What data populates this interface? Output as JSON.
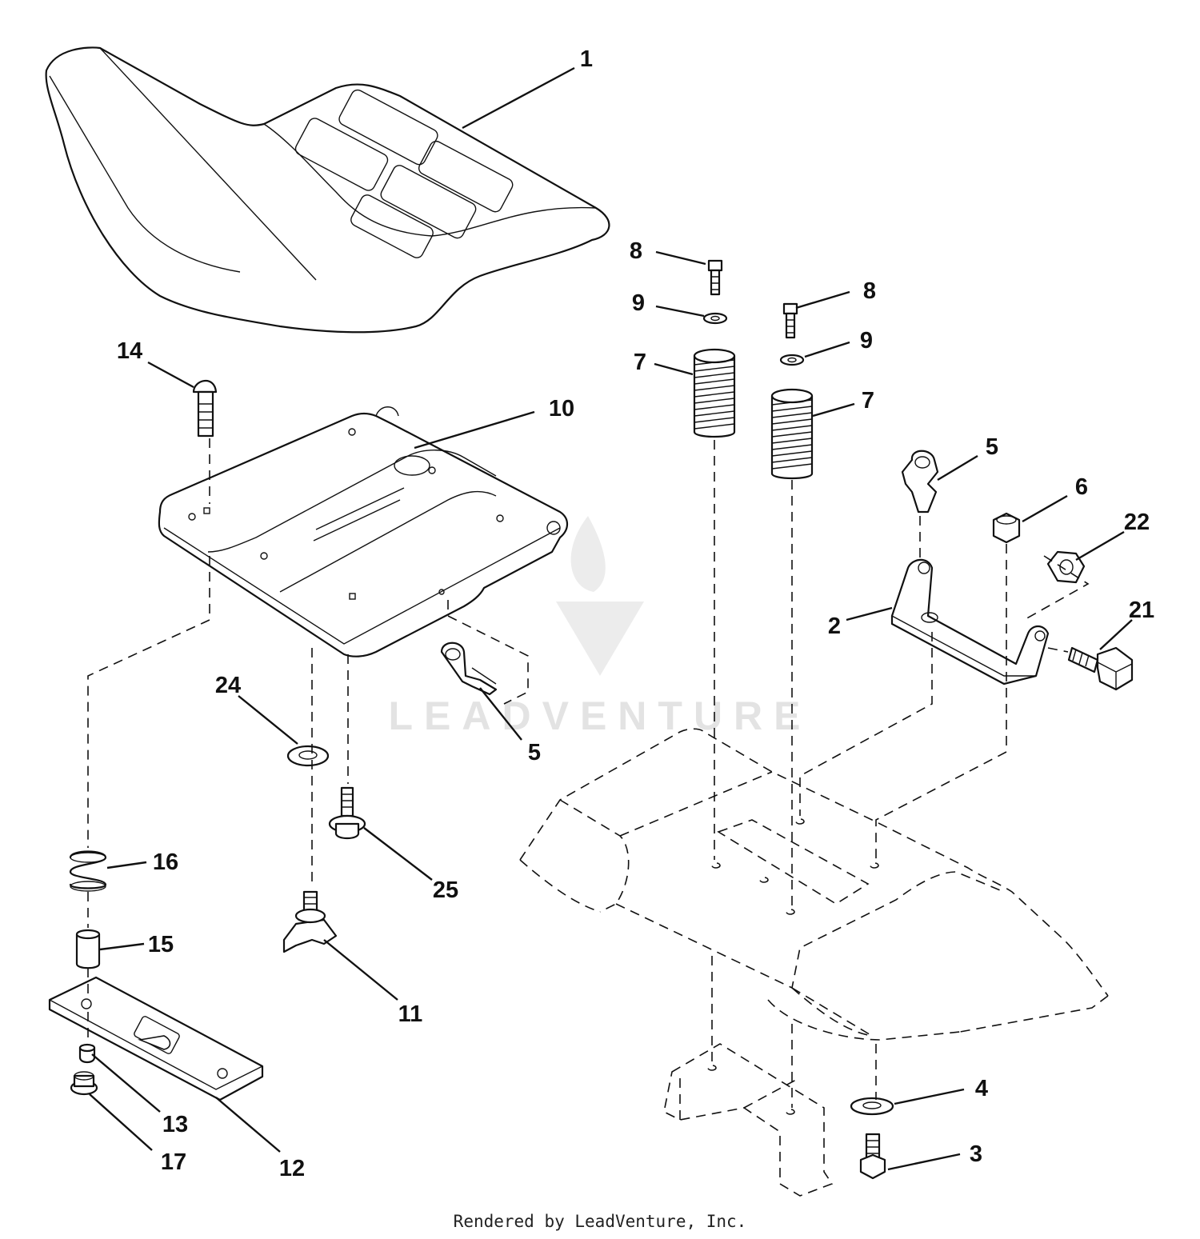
{
  "callouts": [
    "1",
    "2",
    "3",
    "4",
    "5",
    "6",
    "7",
    "8",
    "9",
    "10",
    "11",
    "12",
    "13",
    "14",
    "15",
    "16",
    "17",
    "21",
    "22",
    "24",
    "25"
  ],
  "watermark": {
    "text": "LEADVENTURE"
  },
  "footer": {
    "text": "Rendered by LeadVenture, Inc."
  }
}
